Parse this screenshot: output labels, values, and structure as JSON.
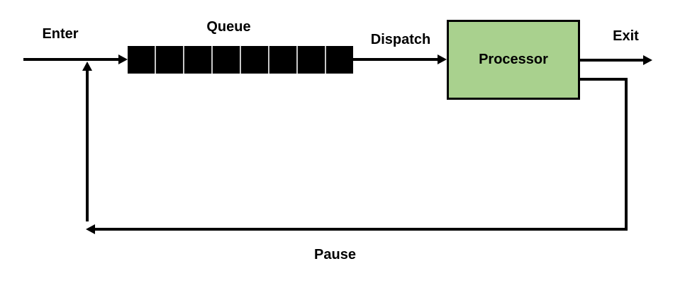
{
  "diagram": {
    "labels": {
      "enter": "Enter",
      "queue": "Queue",
      "dispatch": "Dispatch",
      "processor": "Processor",
      "exit": "Exit",
      "pause": "Pause"
    },
    "queue": {
      "slot_count": 8
    },
    "colors": {
      "line": "#000000",
      "processor_fill": "#a9d18e",
      "processor_border": "#000000",
      "queue_slot": "#000000",
      "queue_gap": "#c8c8c8",
      "background": "#ffffff"
    }
  }
}
